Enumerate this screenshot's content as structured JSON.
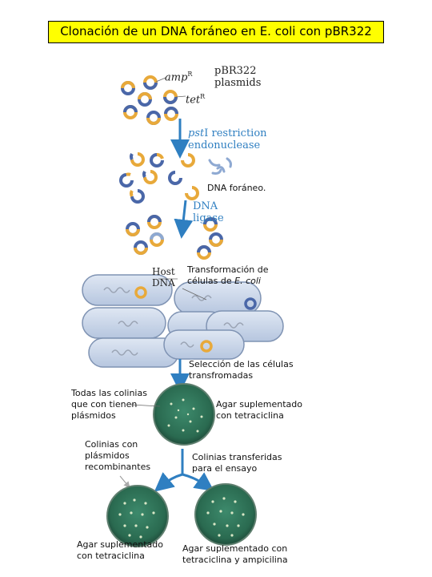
{
  "title": "Clonación de un DNA foráneo en E. coli con pBR322",
  "labels": {
    "ampR": "amp",
    "ampR_sup": "R",
    "tetR": "tet",
    "tetR_sup": "R",
    "plasmids_line1": "pBR322",
    "plasmids_line2": "plasmids",
    "pst_line1_a": "pst",
    "pst_line1_b": "I restriction",
    "pst_line2": "endonuclease",
    "dna_foraneo": "DNA foráneo.",
    "ligase_line1": "DNA",
    "ligase_line2": "ligase",
    "host_line1": "Host",
    "host_line2": "DNA",
    "transform_line1": "Transformación de",
    "transform_line2_a": "células de ",
    "transform_line2_b": "E. coli",
    "seleccion_line1": "Selección de las células",
    "seleccion_line2": "transfromadas",
    "todas_line1": "Todas las colinias",
    "todas_line2": "que con tienen",
    "todas_line3": "plásmidos",
    "agar_tet_top_line1": "Agar suplementado",
    "agar_tet_top_line2": "con tetraciclina",
    "recomb_line1": "Colinias con",
    "recomb_line2": "plásmidos",
    "recomb_line3": "recombinantes",
    "transferidas_line1": "Colinias transferidas",
    "transferidas_line2": "para el ensayo",
    "agar_tet_bottom_line1": "Agar suplementado",
    "agar_tet_bottom_line2": "con tetraciclina",
    "agar_tetamp_line1": "Agar suplementado con",
    "agar_tetamp_line2": "tetraciclina y ampicilina"
  },
  "colors": {
    "title_bg": "#ffff00",
    "arrow_blue": "#2f7fc1",
    "plasmid_orange": "#e8a93a",
    "plasmid_blue": "#4a67a8",
    "cell_fill": "#c9d6ea",
    "plate_green": "#2f6f55"
  }
}
